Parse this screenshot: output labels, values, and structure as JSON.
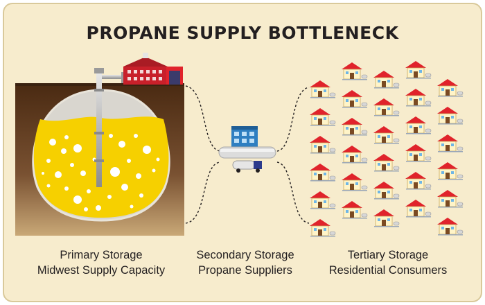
{
  "title": "PROPANE SUPPLY BOTTLENECK",
  "stages": [
    {
      "line1": "Primary Storage",
      "line2": "Midwest Supply Capacity"
    },
    {
      "line1": "Secondary Storage",
      "line2": "Propane Suppliers"
    },
    {
      "line1": "Tertiary Storage",
      "line2": "Residential Consumers"
    }
  ],
  "colors": {
    "background": "#f7eccd",
    "soil": "#5c3a1e",
    "propane": "#f6d000",
    "roof": "#e0232b",
    "building": "#2f7fc1"
  },
  "icons": [
    "refinery-icon",
    "storage-cavern-icon",
    "supplier-building-icon",
    "tank-truck-icon",
    "house-icon"
  ]
}
